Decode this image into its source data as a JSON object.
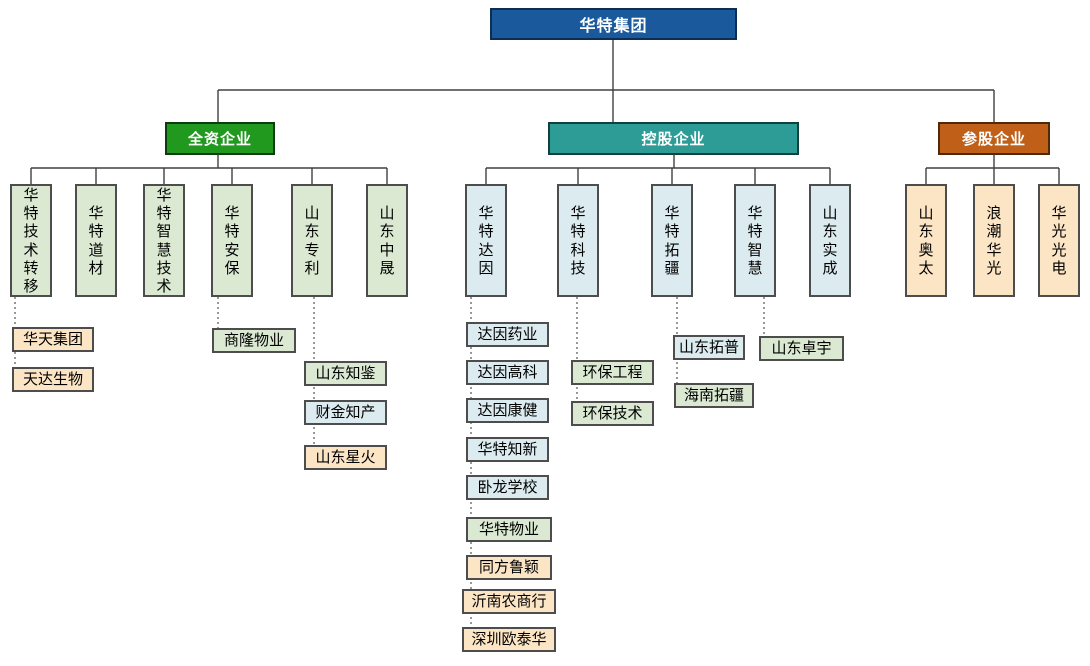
{
  "palette": {
    "root_blue": "#1a5a9c",
    "group_green": "#21991f",
    "group_teal": "#2d9c96",
    "group_orange": "#c05f17",
    "node_green": "#dbe9d3",
    "node_blue": "#dcebf0",
    "node_peach": "#fce5c5",
    "line_solid": "#404040",
    "line_dotted": "#7f7f7f"
  },
  "root": {
    "label": "华特集团"
  },
  "groups": [
    {
      "label": "全资企业",
      "children": [
        {
          "label": "华特技术转移",
          "subs": [
            {
              "label": "华天集团"
            },
            {
              "label": "天达生物"
            }
          ]
        },
        {
          "label": "华特道材",
          "subs": []
        },
        {
          "label": "华特智慧技术",
          "subs": []
        },
        {
          "label": "华特安保",
          "subs": [
            {
              "label": "商隆物业"
            }
          ]
        },
        {
          "label": "山东专利",
          "subs": [
            {
              "label": "山东知鉴"
            },
            {
              "label": "财金知产"
            },
            {
              "label": "山东星火"
            }
          ]
        },
        {
          "label": "山东中晟",
          "subs": []
        }
      ]
    },
    {
      "label": "控股企业",
      "children": [
        {
          "label": "华特达因",
          "subs": [
            {
              "label": "达因药业"
            },
            {
              "label": "达因高科"
            },
            {
              "label": "达因康健"
            },
            {
              "label": "华特知新"
            },
            {
              "label": "卧龙学校"
            },
            {
              "label": "华特物业"
            },
            {
              "label": "同方鲁颖"
            },
            {
              "label": "沂南农商行"
            },
            {
              "label": "深圳欧泰华"
            }
          ]
        },
        {
          "label": "华特科技",
          "subs": [
            {
              "label": "环保工程"
            },
            {
              "label": "环保技术"
            }
          ]
        },
        {
          "label": "华特拓疆",
          "subs": [
            {
              "label": "山东拓普"
            },
            {
              "label": "海南拓疆"
            }
          ]
        },
        {
          "label": "华特智慧",
          "subs": [
            {
              "label": "山东卓宇"
            }
          ]
        },
        {
          "label": "山东实成",
          "subs": []
        }
      ]
    },
    {
      "label": "参股企业",
      "children": [
        {
          "label": "山东奥太",
          "subs": []
        },
        {
          "label": "浪潮华光",
          "subs": []
        },
        {
          "label": "华光光电",
          "subs": []
        }
      ]
    }
  ]
}
